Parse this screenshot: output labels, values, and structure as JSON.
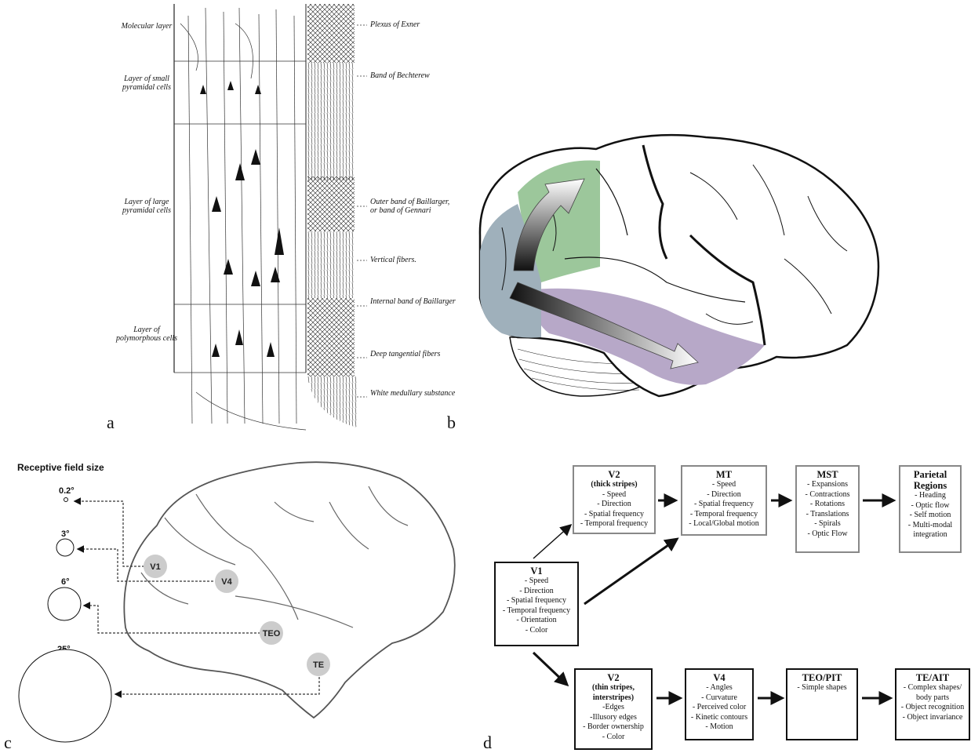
{
  "panel_letters": {
    "a": "a",
    "b": "b",
    "c": "c",
    "d": "d"
  },
  "panel_a": {
    "left_labels": [
      "Molecular layer",
      "Layer of small pyramidal cells",
      "Layer of large pyramidal cells",
      "Layer of polymorphous cells"
    ],
    "right_labels": [
      "Plexus of Exner",
      "Band of Bechterew",
      "Outer band of Baillarger, or band of Gennari",
      "Vertical fibers.",
      "Internal band of Baillarger",
      "Deep tangential fibers",
      "White medullary substance"
    ]
  },
  "panel_b": {
    "colors": {
      "occipital": "#9fb0bb",
      "dorsal": "#9cc79b",
      "ventral": "#b7a8c8"
    }
  },
  "panel_c": {
    "title": "Receptive field size",
    "sizes": [
      "0.2°",
      "3°",
      "6°",
      "25°"
    ],
    "areas": [
      "V1",
      "V4",
      "TEO",
      "TE"
    ]
  },
  "panel_d": {
    "v1": {
      "title": "V1",
      "items": [
        "- Speed",
        "- Direction",
        "- Spatial frequency",
        "- Temporal frequency",
        "- Orientation",
        "- Color"
      ]
    },
    "v2_thick": {
      "title": "V2",
      "subtitle": "(thick stripes)",
      "items": [
        "- Speed",
        "- Direction",
        "- Spatial frequency",
        "- Temporal frequency"
      ]
    },
    "mt": {
      "title": "MT",
      "items": [
        "- Speed",
        "- Direction",
        "- Spatial frequency",
        "- Temporal frequency",
        "- Local/Global motion"
      ]
    },
    "mst": {
      "title": "MST",
      "items": [
        "- Expansions",
        "- Contractions",
        "- Rotations",
        "- Translations",
        "- Spirals",
        "- Optic Flow"
      ]
    },
    "parietal": {
      "title": "Parietal Regions",
      "items": [
        "- Heading",
        "- Optic flow",
        "- Self motion",
        "- Multi-modal integration"
      ]
    },
    "v2_thin": {
      "title": "V2",
      "subtitle": "(thin stripes, interstripes)",
      "items": [
        "-Edges",
        "-Illusory edges",
        "- Border ownership",
        "- Color"
      ]
    },
    "v4": {
      "title": "V4",
      "items": [
        "- Angles",
        "- Curvature",
        "- Perceived color",
        "- Kinetic contours",
        "- Motion"
      ]
    },
    "teo": {
      "title": "TEO/PIT",
      "items": [
        "- Simple shapes"
      ]
    },
    "te": {
      "title": "TE/AIT",
      "items": [
        "- Complex shapes/ body parts",
        "- Object recognition",
        "- Object invariance"
      ]
    }
  }
}
